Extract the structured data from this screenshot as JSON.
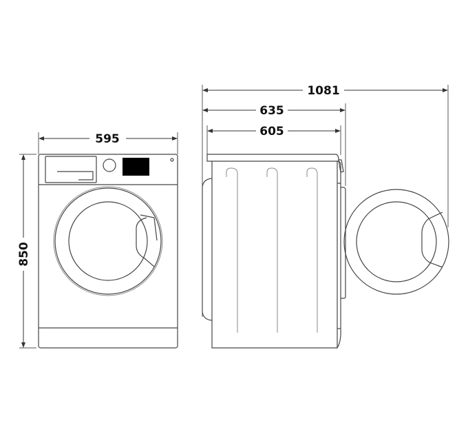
{
  "diagram": {
    "subject": "Washing machine dimensions (mm)",
    "colors": {
      "line": "#444444",
      "text": "#111111",
      "display": "#000000",
      "background": "#ffffff"
    },
    "front_view": {
      "width_label": "595",
      "height_label": "850"
    },
    "side_view": {
      "depth_with_door_open_label": "1081",
      "depth_overall_label": "635",
      "depth_body_label": "605"
    }
  }
}
